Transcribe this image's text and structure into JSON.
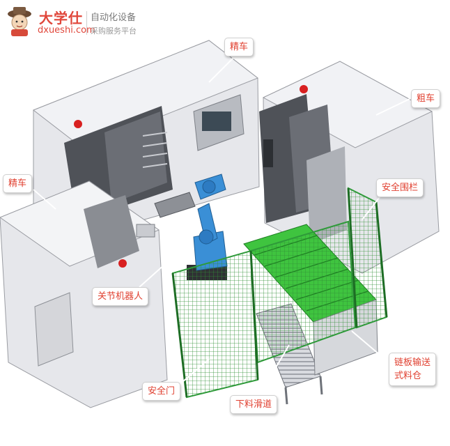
{
  "logo": {
    "brand_cn": "大学仕",
    "brand_en": "dxueshi.com",
    "tagline_1": "自动化设备",
    "tagline_2": "采购服务平台"
  },
  "labels": {
    "finish_lathe_top": "精车",
    "rough_lathe": "粗车",
    "finish_lathe_left": "精车",
    "safety_fence": "安全围栏",
    "joint_robot": "关节机器人",
    "safety_door": "安全门",
    "chute_line1": "下料滑道",
    "conveyor_line1": "链板输送",
    "conveyor_line2": "式料仓"
  },
  "colors": {
    "callout_text": "#e04030",
    "machine_body": "#e4e5e9",
    "machine_dark": "#5a5d63",
    "robot_blue": "#3a8fd6",
    "fence_green": "#2f9a3a",
    "conveyor_green": "#3fc43f"
  }
}
